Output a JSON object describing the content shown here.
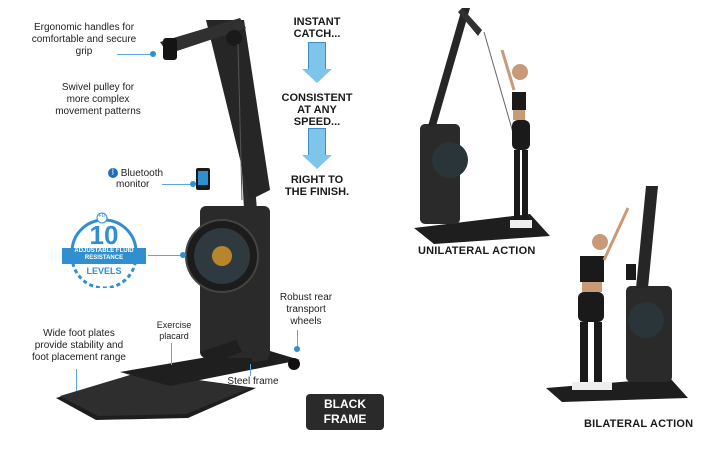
{
  "callouts": {
    "handles": "Ergonomic handles for comfortable and secure grip",
    "pulley": "Swivel pulley for more complex movement patterns",
    "bluetooth": "Bluetooth",
    "monitor": "monitor",
    "foot_plates": "Wide foot plates provide stability and foot placement range",
    "placard": "Exercise placard",
    "steel_frame": "Steel frame",
    "wheels": "Robust rear transport wheels"
  },
  "resistance_badge": {
    "number": "10",
    "line1": "ADJUSTABLE FLUID",
    "line2": "RESISTANCE",
    "line3": "LEVELS",
    "small_mark": "FD"
  },
  "sequence": {
    "step1": "INSTANT CATCH...",
    "step2": "CONSISTENT AT ANY SPEED...",
    "step3": "RIGHT TO THE FINISH."
  },
  "frame_badge": {
    "line1": "BLACK",
    "line2": "FRAME"
  },
  "actions": {
    "unilateral": "UNILATERAL ACTION",
    "bilateral": "BILATERAL ACTION"
  },
  "colors": {
    "accent": "#2f8fcf",
    "arrow_fill": "#7fc4ea",
    "frame": "#2b2b2b"
  }
}
